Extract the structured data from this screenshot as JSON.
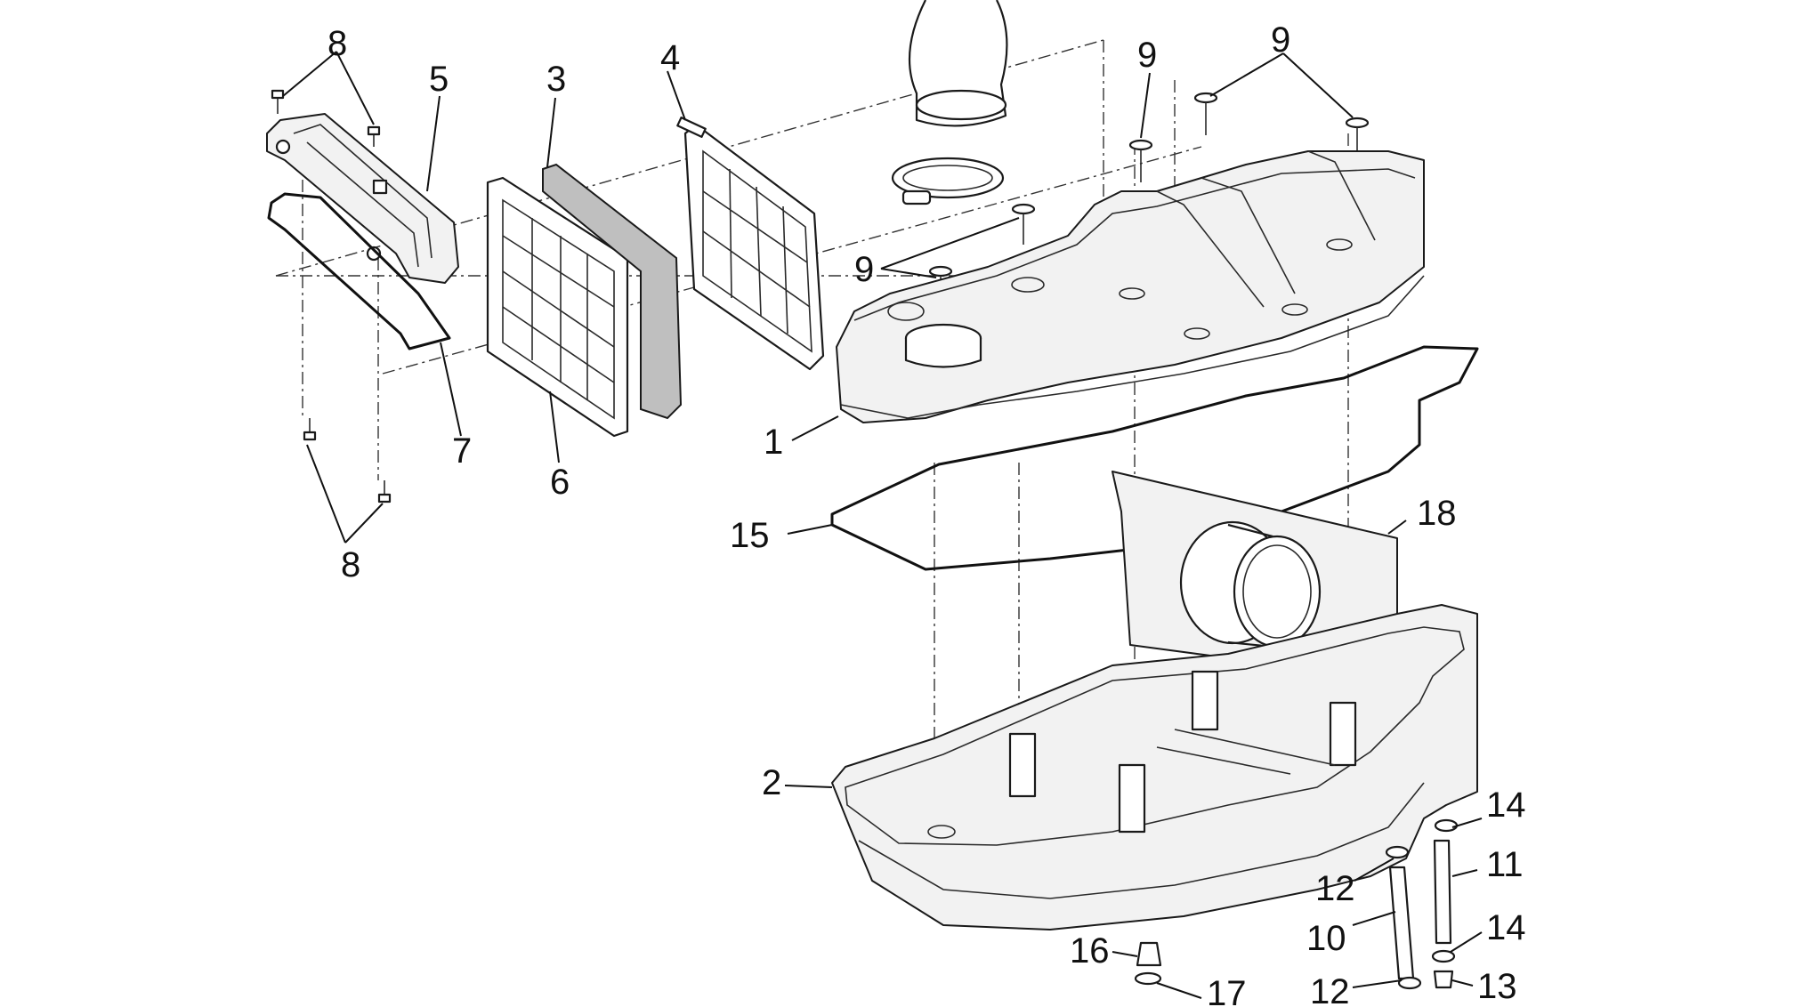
{
  "callouts": {
    "c1": "1",
    "c2": "2",
    "c3": "3",
    "c4": "4",
    "c5": "5",
    "c6": "6",
    "c7": "7",
    "c8a": "8",
    "c8b": "8",
    "c9a": "9",
    "c9b": "9",
    "c9c": "9",
    "c10": "10",
    "c11": "11",
    "c12a": "12",
    "c12b": "12",
    "c13": "13",
    "c14a": "14",
    "c14b": "14",
    "c15": "15",
    "c16": "16",
    "c17": "17",
    "c18": "18"
  }
}
